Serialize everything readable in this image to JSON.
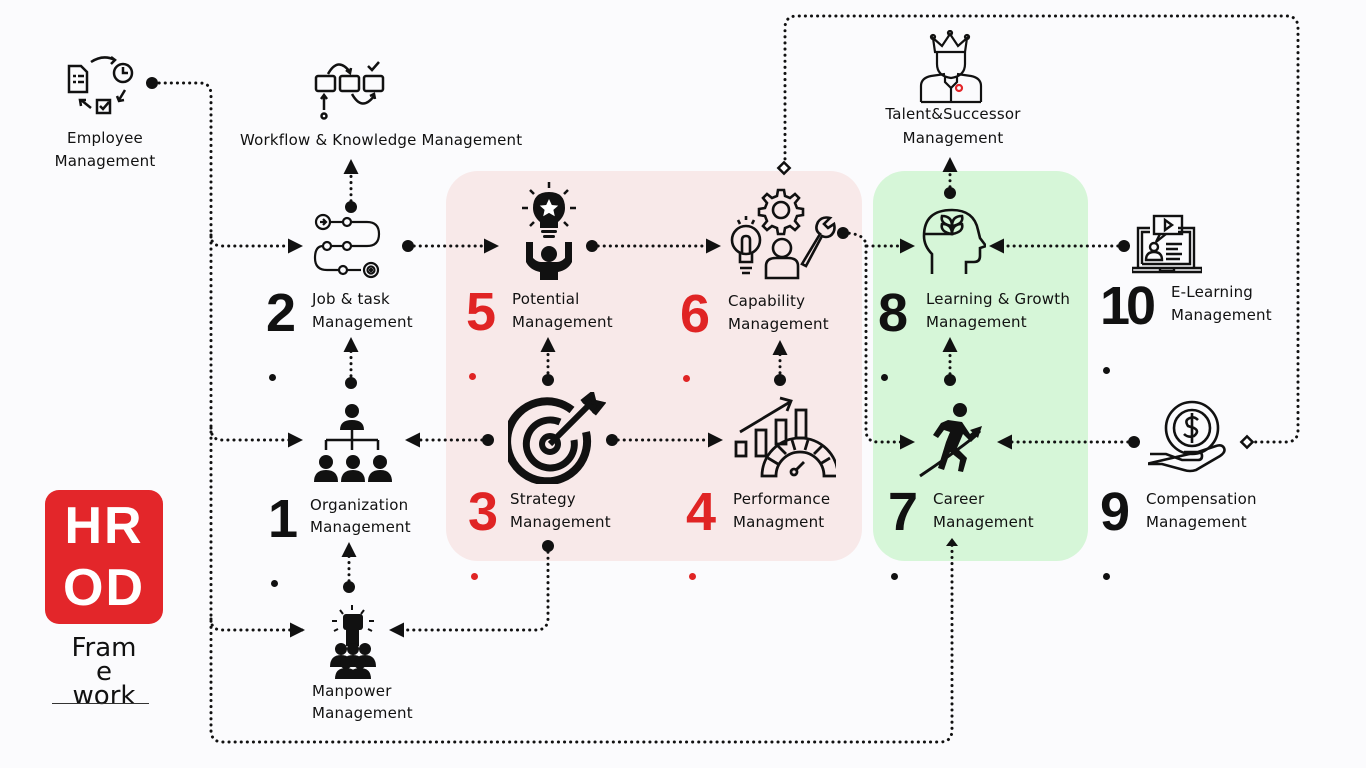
{
  "brand": {
    "logo_line1": "HR",
    "logo_line2": "OD",
    "subtitle": "Framework",
    "accent_color": "#e3262a",
    "zone_red_color": "#f8e9e9",
    "zone_green_color": "#d6f6d8"
  },
  "modules": {
    "employee": {
      "label_line1": "Employee",
      "label_line2": "Management",
      "icon": "employee-cycle-icon"
    },
    "workflow": {
      "label": "Workflow & Knowledge Management",
      "icon": "workflow-icon"
    },
    "talent": {
      "label_line1": "Talent&Successor",
      "label_line2": "Management",
      "icon": "crowned-person-icon"
    },
    "manpower": {
      "label_line1": "Manpower",
      "label_line2": "Management",
      "icon": "raised-fist-crowd-icon"
    },
    "m1": {
      "number": "1",
      "label_line1": "Organization",
      "label_line2": "Management",
      "icon": "org-chart-icon"
    },
    "m2": {
      "number": "2",
      "label_line1": "Job & task",
      "label_line2": "Management",
      "icon": "task-path-icon"
    },
    "m3": {
      "number": "3",
      "label_line1": "Strategy",
      "label_line2": "Management",
      "icon": "target-arrow-icon"
    },
    "m4": {
      "number": "4",
      "label_line1": "Performance",
      "label_line2": "Managment",
      "icon": "performance-gauge-icon"
    },
    "m5": {
      "number": "5",
      "label_line1": "Potential",
      "label_line2": "Management",
      "icon": "lightbulb-person-icon"
    },
    "m6": {
      "number": "6",
      "label_line1": "Capability",
      "label_line2": "Management",
      "icon": "gear-wrench-person-icon"
    },
    "m7": {
      "number": "7",
      "label_line1": "Career",
      "label_line2": "Management",
      "icon": "running-up-icon"
    },
    "m8": {
      "number": "8",
      "label_line1": "Learning & Growth",
      "label_line2": "Management",
      "icon": "head-sprout-icon"
    },
    "m9": {
      "number": "9",
      "label_line1": "Compensation",
      "label_line2": "Management",
      "icon": "hand-coin-icon"
    },
    "m10": {
      "number": "10",
      "label_line1": "E-Learning",
      "label_line2": "Management",
      "icon": "laptop-video-icon"
    }
  }
}
